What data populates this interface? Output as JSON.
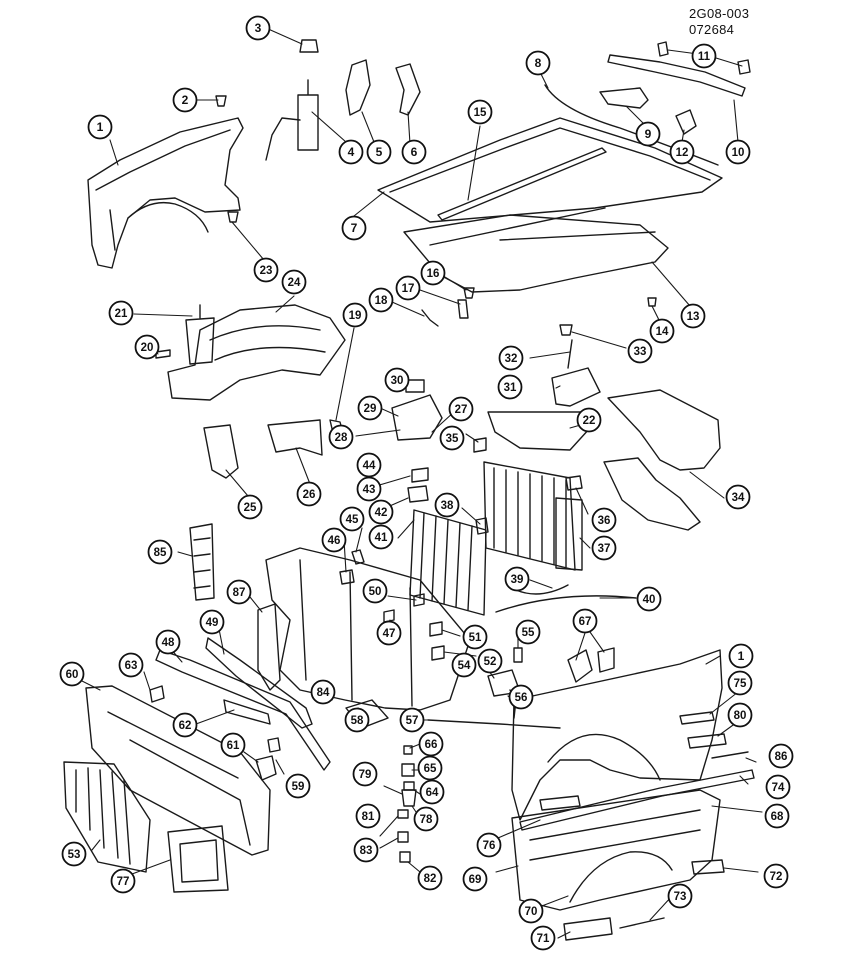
{
  "header": {
    "code": "2G08-003",
    "date": "072684"
  },
  "callouts": [
    "1",
    "2",
    "3",
    "4",
    "5",
    "6",
    "7",
    "8",
    "9",
    "10",
    "11",
    "12",
    "13",
    "14",
    "15",
    "16",
    "17",
    "18",
    "19",
    "20",
    "21",
    "22",
    "23",
    "24",
    "25",
    "26",
    "27",
    "28",
    "29",
    "30",
    "31",
    "32",
    "33",
    "34",
    "35",
    "36",
    "37",
    "38",
    "39",
    "40",
    "41",
    "42",
    "43",
    "44",
    "45",
    "46",
    "47",
    "48",
    "49",
    "50",
    "51",
    "52",
    "53",
    "54",
    "55",
    "56",
    "57",
    "58",
    "59",
    "60",
    "61",
    "62",
    "63",
    "64",
    "65",
    "66",
    "67",
    "68",
    "69",
    "70",
    "71",
    "72",
    "73",
    "74",
    "75",
    "76",
    "77",
    "78",
    "79",
    "80",
    "81",
    "82",
    "83",
    "84",
    "85",
    "86",
    "87",
    "1"
  ]
}
